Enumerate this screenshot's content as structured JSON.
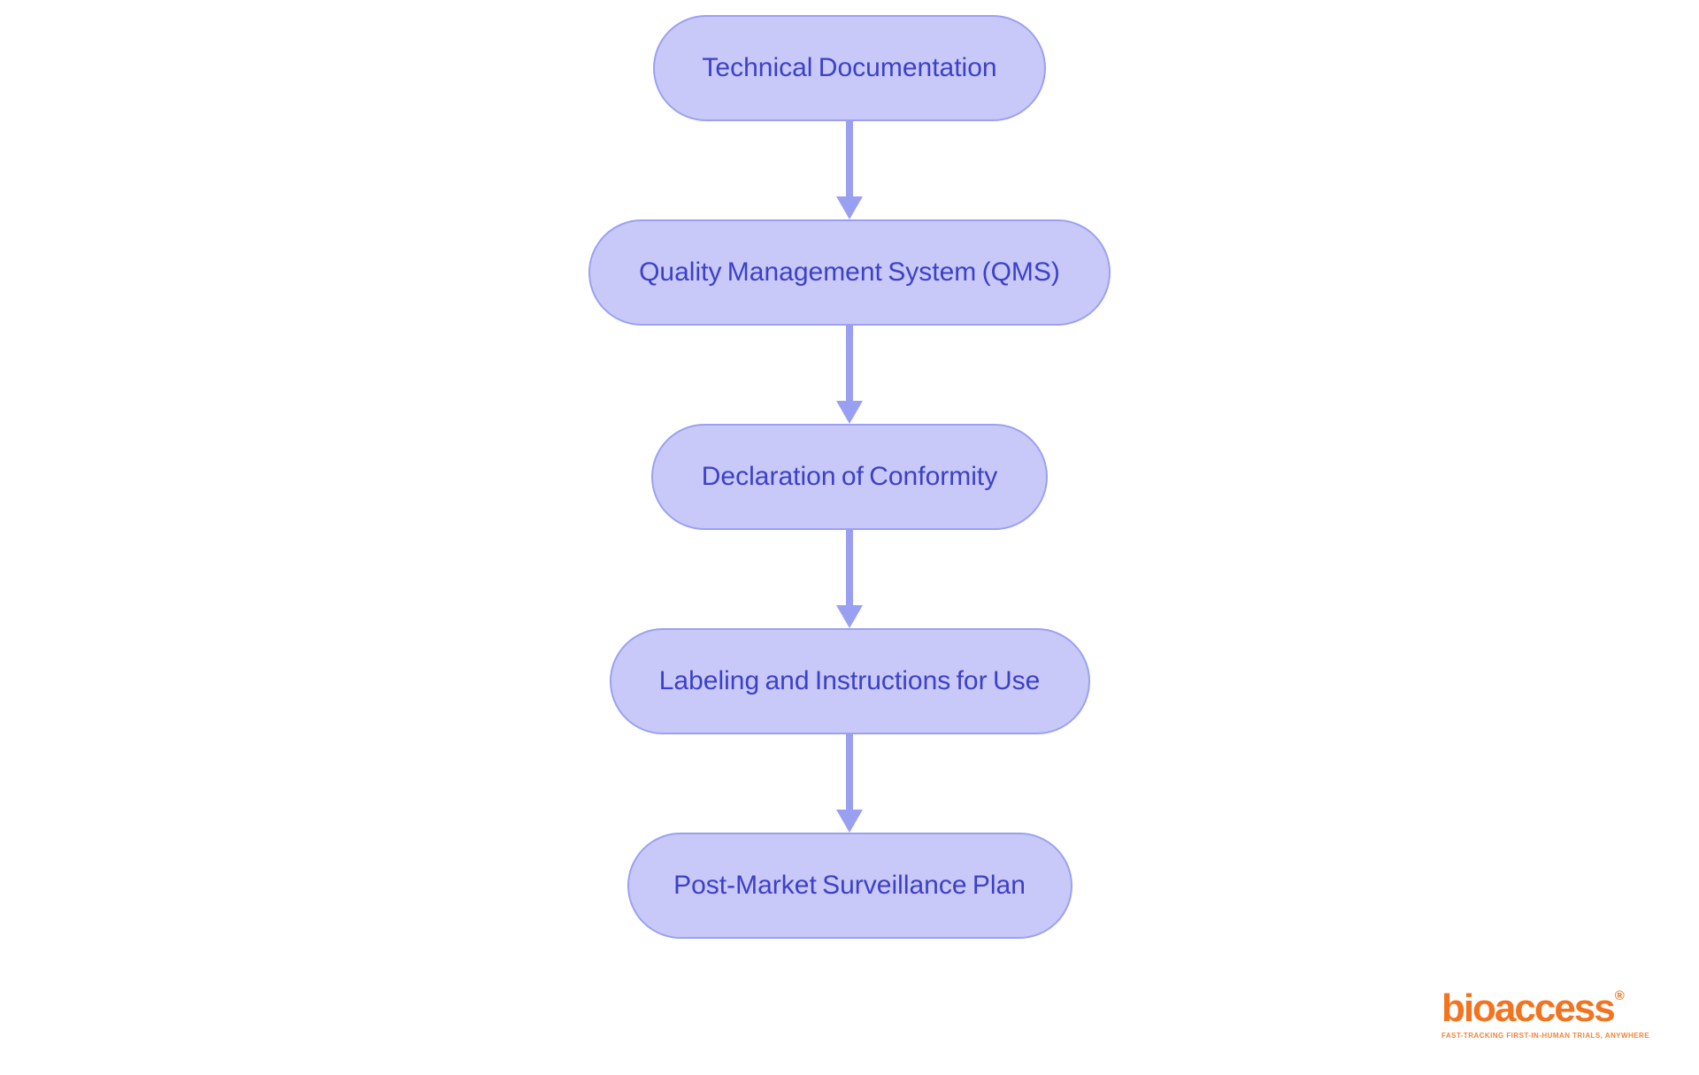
{
  "diagram": {
    "type": "flowchart",
    "flow_direction": "top-down",
    "nodes": [
      {
        "label": "Technical Documentation"
      },
      {
        "label": "Quality Management System (QMS)"
      },
      {
        "label": "Declaration of Conformity"
      },
      {
        "label": "Labeling and Instructions for Use"
      },
      {
        "label": "Post-Market Surveillance Plan"
      }
    ]
  },
  "colors": {
    "node_fill": "#c8c9f8",
    "node_border": "#9ba1f1",
    "node_text": "#3d40c8",
    "arrow": "#9aa0f1",
    "background": "#ffffff",
    "logo_orange": "#f4731f",
    "logo_orange_light": "#f5823a"
  },
  "branding": {
    "logo_text": "bioaccess",
    "registered_mark": "®",
    "tagline": "FAST-TRACKING FIRST-IN-HUMAN TRIALS, ANYWHERE"
  }
}
